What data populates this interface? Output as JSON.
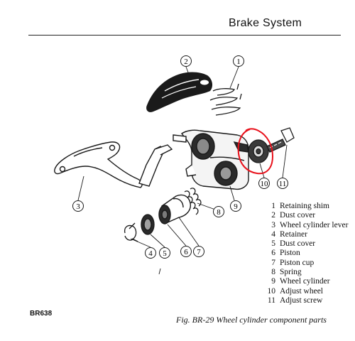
{
  "header": {
    "title": "Brake System"
  },
  "callouts": [
    "1",
    "2",
    "3",
    "4",
    "5",
    "6",
    "7",
    "8",
    "9",
    "10",
    "11"
  ],
  "legend": [
    {
      "num": "1",
      "label": "Retaining shim"
    },
    {
      "num": "2",
      "label": "Dust cover"
    },
    {
      "num": "3",
      "label": "Wheel cylinder lever"
    },
    {
      "num": "4",
      "label": "Retainer"
    },
    {
      "num": "5",
      "label": "Dust cover"
    },
    {
      "num": "6",
      "label": "Piston"
    },
    {
      "num": "7",
      "label": "Piston cup"
    },
    {
      "num": "8",
      "label": "Spring"
    },
    {
      "num": "9",
      "label": "Wheel cylinder"
    },
    {
      "num": "10",
      "label": "Adjust wheel"
    },
    {
      "num": "11",
      "label": "Adjust screw"
    }
  ],
  "footer": {
    "code": "BR638",
    "caption": "Fig. BR-29  Wheel cylinder component parts"
  },
  "annotation": {
    "color": "#e8101a"
  }
}
